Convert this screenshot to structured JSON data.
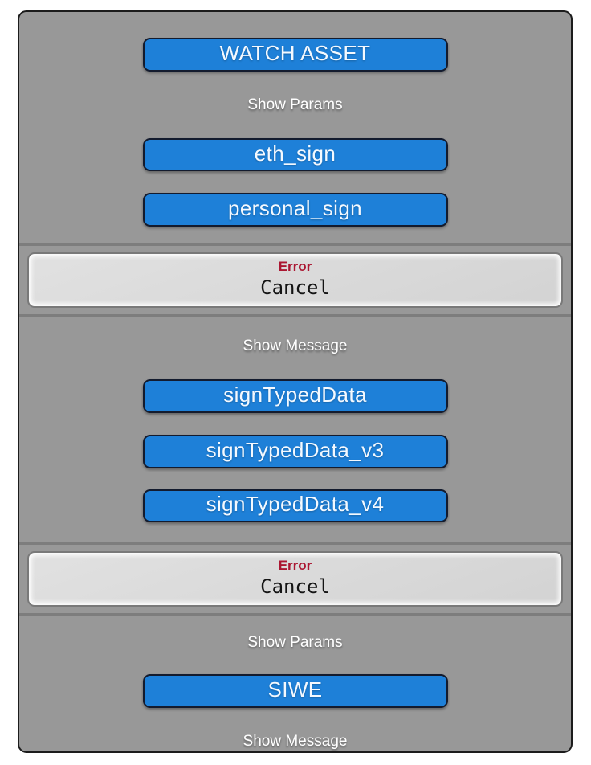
{
  "colors": {
    "page_background": "#ffffff",
    "panel_background": "#989898",
    "panel_border": "#1c1c1c",
    "button_fill": "#1e80d8",
    "button_border": "#131b2e",
    "button_text": "#f4f9ff",
    "label_text": "#ffffff",
    "error_box_fill": "#d8d8d8",
    "error_box_glow": "#ffffff",
    "error_title_color": "#ab1732",
    "error_message_color": "#141414"
  },
  "buttons": {
    "watch_asset": "WATCH ASSET",
    "eth_sign": "eth_sign",
    "personal_sign": "personal_sign",
    "sign_typed_data": "signTypedData",
    "sign_typed_data_v3": "signTypedData_v3",
    "sign_typed_data_v4": "signTypedData_v4",
    "siwe": "SIWE"
  },
  "labels": {
    "show_params_1": "Show Params",
    "show_message_1": "Show Message",
    "show_params_2": "Show Params",
    "show_message_2": "Show Message"
  },
  "error_1": {
    "title": "Error",
    "message": "Cancel"
  },
  "error_2": {
    "title": "Error",
    "message": "Cancel"
  }
}
